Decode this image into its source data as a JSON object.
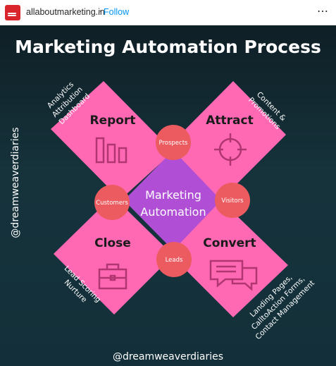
{
  "header": {
    "account_name": "allaboutmarketing.in",
    "separator": "•",
    "follow_label": "Follow",
    "more_icon": "⋯"
  },
  "post": {
    "title": "Marketing Automation Process",
    "watermark_side": "@dreamweaverdiaries",
    "watermark_bottom": "@dreamweaverdiaries",
    "colors": {
      "background": "#14313a",
      "petal": "#ff69b4",
      "center": "#b04fd6",
      "connector": "#ec5b5f"
    },
    "center_label": [
      "Marketing",
      "Automation"
    ],
    "quadrants": {
      "report": {
        "label": "Report",
        "icon": "bar-chart-icon",
        "notes": [
          "Analytics",
          "Attribution",
          "Dashboard"
        ]
      },
      "attract": {
        "label": "Attract",
        "icon": "crosshair-icon",
        "notes": [
          "Content &",
          "Promotions"
        ]
      },
      "close": {
        "label": "Close",
        "icon": "briefcase-icon",
        "notes": [
          "Lead Scoring",
          "Nurture"
        ]
      },
      "convert": {
        "label": "Convert",
        "icon": "chat-bubbles-icon",
        "notes": [
          "Landing Pages,",
          "CalltoAction Forms,",
          "Contact Management"
        ]
      }
    },
    "connectors": {
      "top": "Prospects",
      "left": "Customers",
      "right": "Visitors",
      "bottom": "Leads"
    }
  }
}
